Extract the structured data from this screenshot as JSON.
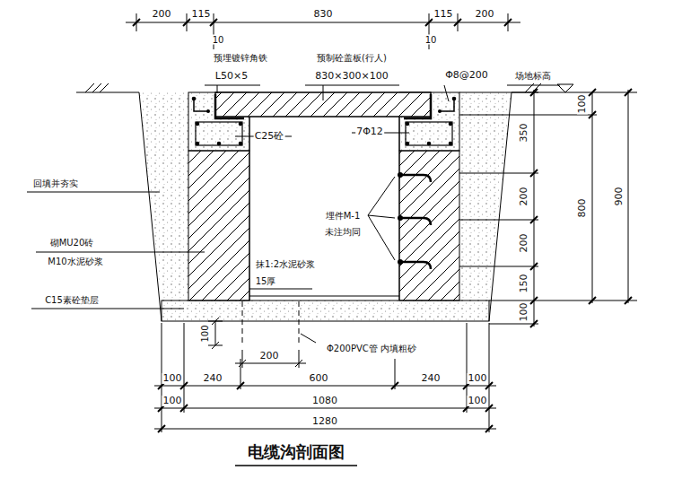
{
  "diagram": {
    "title": "电缆沟剖面图",
    "labels": [
      "200",
      "115",
      "830",
      "115",
      "200",
      "10",
      "10",
      "预埋镀锌角铁",
      "L50×5",
      "预制砼盖板(行人)",
      "830×300×100",
      "Φ8@200",
      "场地标高",
      "C25砼",
      "7Φ12",
      "回填并夯实",
      "砌MU20砖",
      "M10水泥砂浆",
      "埋件M-1",
      "未注均同",
      "抹1:2水泥砂浆",
      "15厚",
      "C15素砼垫层",
      "100",
      "Φ200PVC管 内填粗砂",
      "200",
      "100",
      "240",
      "600",
      "240",
      "100",
      "100",
      "1080",
      "100",
      "1280",
      "350",
      "200",
      "200",
      "150",
      "100",
      "100",
      "800",
      "900"
    ]
  }
}
